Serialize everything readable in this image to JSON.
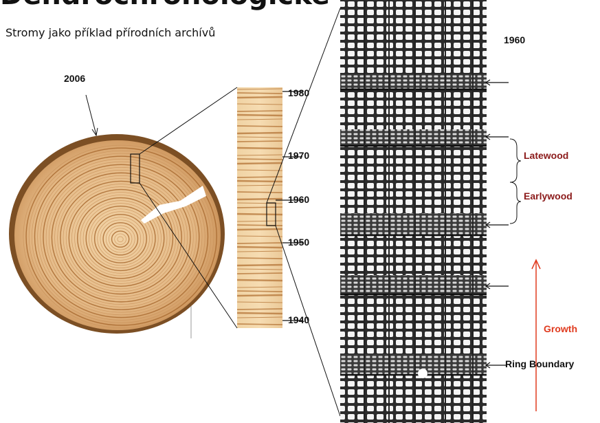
{
  "title": "Dendrochronologické údaje",
  "subtitle": "Stromy jako příklad přírodních archívů",
  "disc": {
    "year_label": "2006"
  },
  "core": {
    "year_labels": [
      "1980",
      "1970",
      "1960",
      "1950",
      "1940"
    ]
  },
  "micro": {
    "year_label": "1960",
    "latewood_label": "Latewood",
    "earlywood_label": "Earlywood",
    "growth_label": "Growth",
    "ring_boundary_label": "Ring Boundary"
  },
  "colors": {
    "wood_light": "#e8c697",
    "wood_ring": "#b5793d",
    "bark": "#8a5a2b",
    "label_dark_red": "#8b1a1a",
    "growth_red": "#e03a1e",
    "cell_wall": "#2a2a2a"
  }
}
